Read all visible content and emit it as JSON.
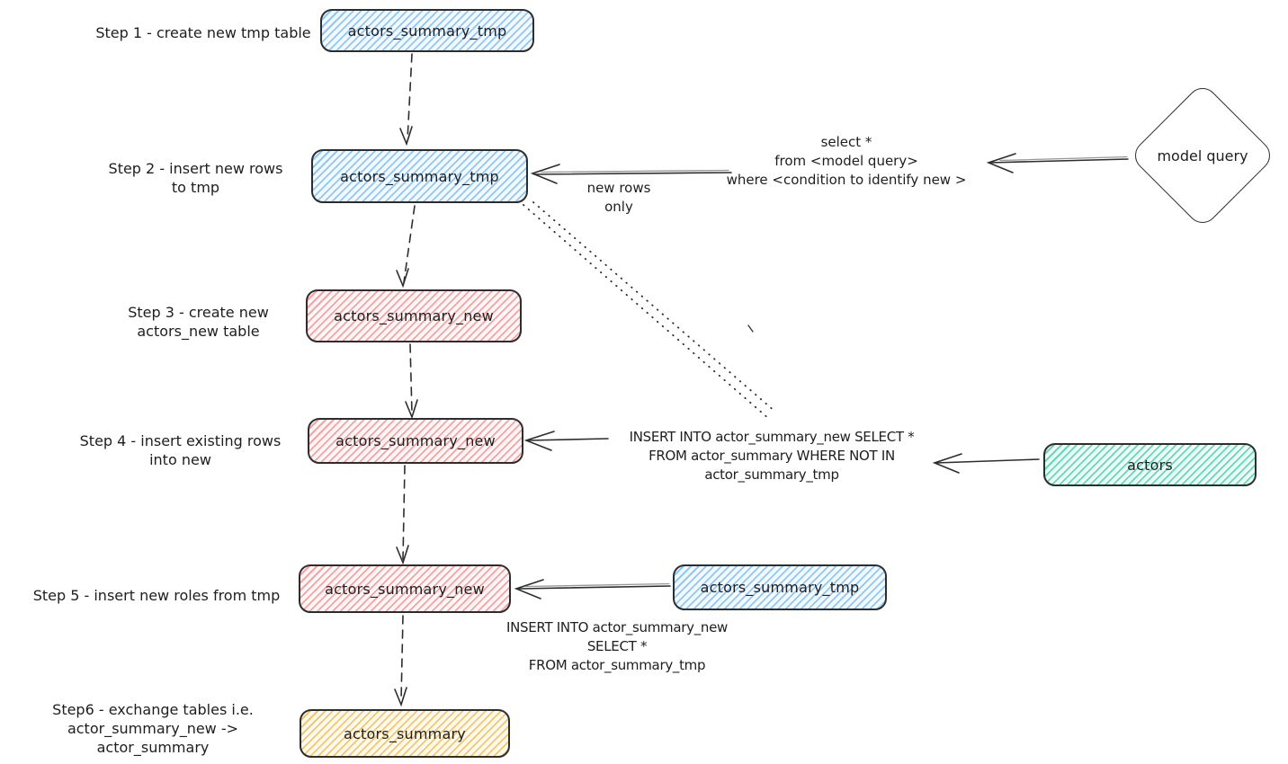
{
  "palette": {
    "stroke": "#2d2d2d",
    "blue_fill": "#a5d8ff",
    "pink_fill": "#ffc9c9",
    "green_fill": "#63e6be",
    "yellow_fill": "#ffe29a",
    "background": "#ffffff"
  },
  "steps": [
    {
      "label": "Step 1 - create new tmp table",
      "node": "actors_summary_tmp",
      "node_color": "blue"
    },
    {
      "label": "Step 2 - insert new rows\nto tmp",
      "node": "actors_summary_tmp",
      "node_color": "blue"
    },
    {
      "label": "Step 3 - create new\nactors_new table",
      "node": "actors_summary_new",
      "node_color": "pink"
    },
    {
      "label": "Step 4 - insert existing rows\ninto new",
      "node": "actors_summary_new",
      "node_color": "pink"
    },
    {
      "label": "Step 5 - insert new roles from tmp",
      "node": "actors_summary_new",
      "node_color": "pink"
    },
    {
      "label": "Step6 - exchange tables i.e.\nactor_summary_new -> actor_summary",
      "node": "actors_summary",
      "node_color": "yellow"
    }
  ],
  "side_nodes": {
    "model_query": {
      "label": "model query",
      "shape": "diamond"
    },
    "actors": {
      "label": "actors",
      "node_color": "green"
    },
    "tmp_source": {
      "label": "actors_summary_tmp",
      "node_color": "blue"
    }
  },
  "annotations": {
    "select_sql": "select *\nfrom <model query>\nwhere <condition to identify new >",
    "new_rows_only": "new rows only",
    "insert_missing_sql": "INSERT INTO actor_summary_new SELECT *\nFROM actor_summary WHERE NOT IN\nactor_summary_tmp",
    "insert_from_tmp_sql": "INSERT INTO actor_summary_new\nSELECT *\nFROM actor_summary_tmp"
  },
  "edges": [
    {
      "from": "step1-node",
      "to": "step2-node",
      "style": "dashed-arrow"
    },
    {
      "from": "step2-node",
      "to": "step3-node",
      "style": "dashed-arrow"
    },
    {
      "from": "step3-node",
      "to": "step4-node",
      "style": "dashed-arrow"
    },
    {
      "from": "step4-node",
      "to": "step5-node",
      "style": "dashed-arrow"
    },
    {
      "from": "step5-node",
      "to": "step6-node",
      "style": "dashed-arrow"
    },
    {
      "from": "model-query-diamond",
      "to": "select-sql-note",
      "style": "solid-arrow"
    },
    {
      "from": "select-sql-note",
      "to": "step2-node",
      "style": "solid-arrow",
      "label": "new rows only"
    },
    {
      "from": "step2-node",
      "to": "insert-missing-note",
      "style": "dotted-line"
    },
    {
      "from": "insert-missing-note",
      "to": "step4-node",
      "style": "solid-arrow"
    },
    {
      "from": "actors-node",
      "to": "insert-missing-note",
      "style": "solid-arrow"
    },
    {
      "from": "tmp-source-node",
      "to": "step5-node",
      "style": "solid-arrow"
    }
  ]
}
